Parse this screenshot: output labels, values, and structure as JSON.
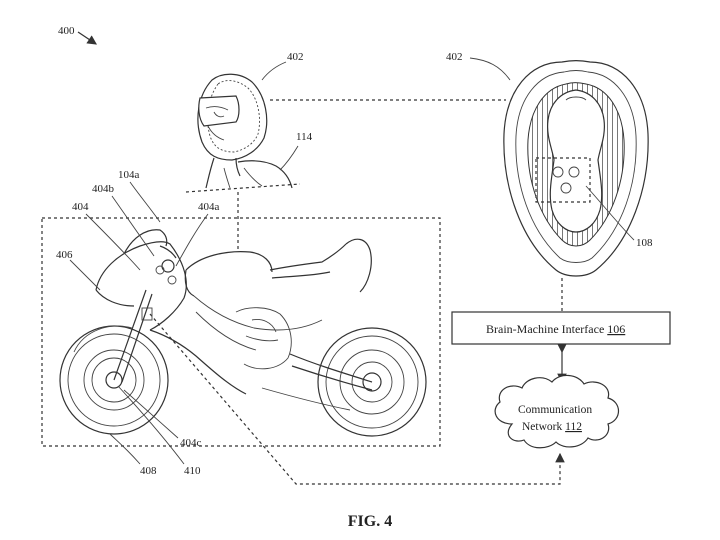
{
  "figure": {
    "caption": "FIG. 4",
    "reference_labels": {
      "fig_number": "400",
      "helmet_side": "402",
      "helmet_top": "402",
      "rider": "114",
      "sensor_group": "104a",
      "sensor_b": "404b",
      "sensor_a": "404a",
      "sensor_main": "404",
      "motorcycle": "406",
      "helmet_sensor": "108",
      "sensor_c": "404c",
      "wheel": "408",
      "hub": "410"
    },
    "bmi_box": {
      "text": "Brain-Machine Interface ",
      "ref": "106"
    },
    "network": {
      "line1": "Communication",
      "line2": "Network ",
      "ref": "112"
    }
  },
  "colors": {
    "line": "#333333",
    "background": "#ffffff"
  }
}
